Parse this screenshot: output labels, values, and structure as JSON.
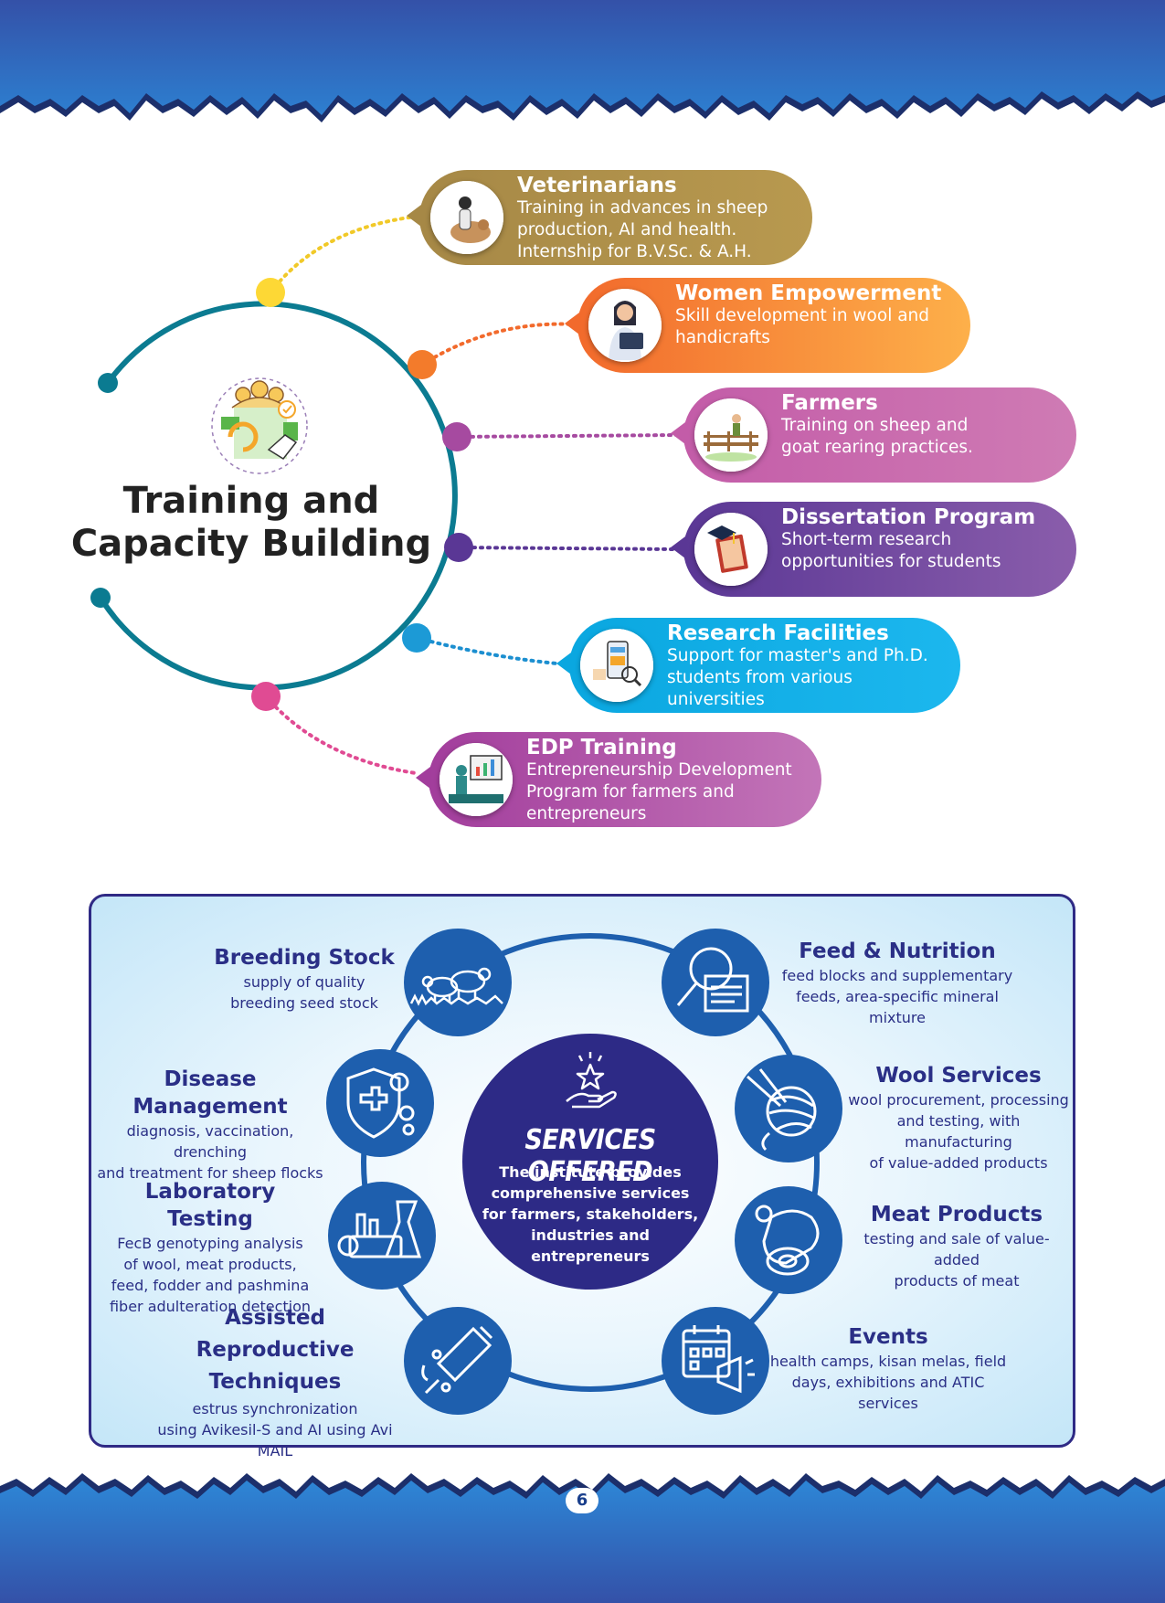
{
  "page_number": "6",
  "training": {
    "title_line1": "Training and",
    "title_line2": "Capacity Building",
    "items": [
      {
        "title": "Veterinarians",
        "desc": "Training in advances in sheep\nproduction, AI and health.\nInternship for B.V.Sc. & A.H.",
        "color_from": "#a68846",
        "color_to": "#b8994f"
      },
      {
        "title": "Women Empowerment",
        "desc": "Skill development in wool and\nhandicrafts",
        "color_from": "#f26a2c",
        "color_to": "#fec04a"
      },
      {
        "title": "Farmers",
        "desc": "Training on sheep and\ngoat rearing practices.",
        "color_from": "#c35ca8",
        "color_to": "#cf7bb4"
      },
      {
        "title": "Dissertation Program",
        "desc": "Short-term research\nopportunities for students",
        "color_from": "#5a3795",
        "color_to": "#8a5dab"
      },
      {
        "title": "Research Facilities",
        "desc": "Support for master's and Ph.D.\nstudents from various universities",
        "color_from": "#0aa7e0",
        "color_to": "#1cb7ee"
      },
      {
        "title": "EDP Training",
        "desc": "Entrepreneurship Development\nProgram for farmers and\nentrepreneurs",
        "color_from": "#a23d9c",
        "color_to": "#c375b8"
      }
    ]
  },
  "services": {
    "center_title": "SERVICES OFFERED",
    "center_desc": "The institute provides\ncomprehensive services\nfor farmers, stakeholders,\nindustries and\nentrepreneurs",
    "items": [
      {
        "title": "Breeding Stock",
        "desc": "supply of quality\nbreeding seed stock",
        "icon": "sheep-flock-icon"
      },
      {
        "title": "Disease Management",
        "desc": "diagnosis, vaccination, drenching\nand treatment for sheep flocks",
        "icon": "shield-virus-icon"
      },
      {
        "title": "Laboratory Testing",
        "desc": "FecB genotyping analysis\nof wool, meat products,\nfeed, fodder and pashmina\nfiber adulteration detection",
        "icon": "lab-glassware-icon"
      },
      {
        "title": "Assisted Reproductive\nTechniques",
        "desc": "estrus synchronization\nusing Avikesil-S and AI using Avi MAIL",
        "icon": "syringe-icon"
      },
      {
        "title": "Feed & Nutrition",
        "desc": "feed blocks and supplementary\nfeeds, area-specific mineral mixture",
        "icon": "magnifier-feed-icon"
      },
      {
        "title": "Wool Services",
        "desc": "wool procurement, processing\nand testing, with manufacturing\nof value-added products",
        "icon": "yarn-ball-icon"
      },
      {
        "title": "Meat Products",
        "desc": "testing and sale of value-added\nproducts of meat",
        "icon": "meat-icon"
      },
      {
        "title": "Events",
        "desc": "health camps, kisan melas, field\ndays, exhibitions and ATIC services",
        "icon": "calendar-megaphone-icon"
      }
    ]
  }
}
